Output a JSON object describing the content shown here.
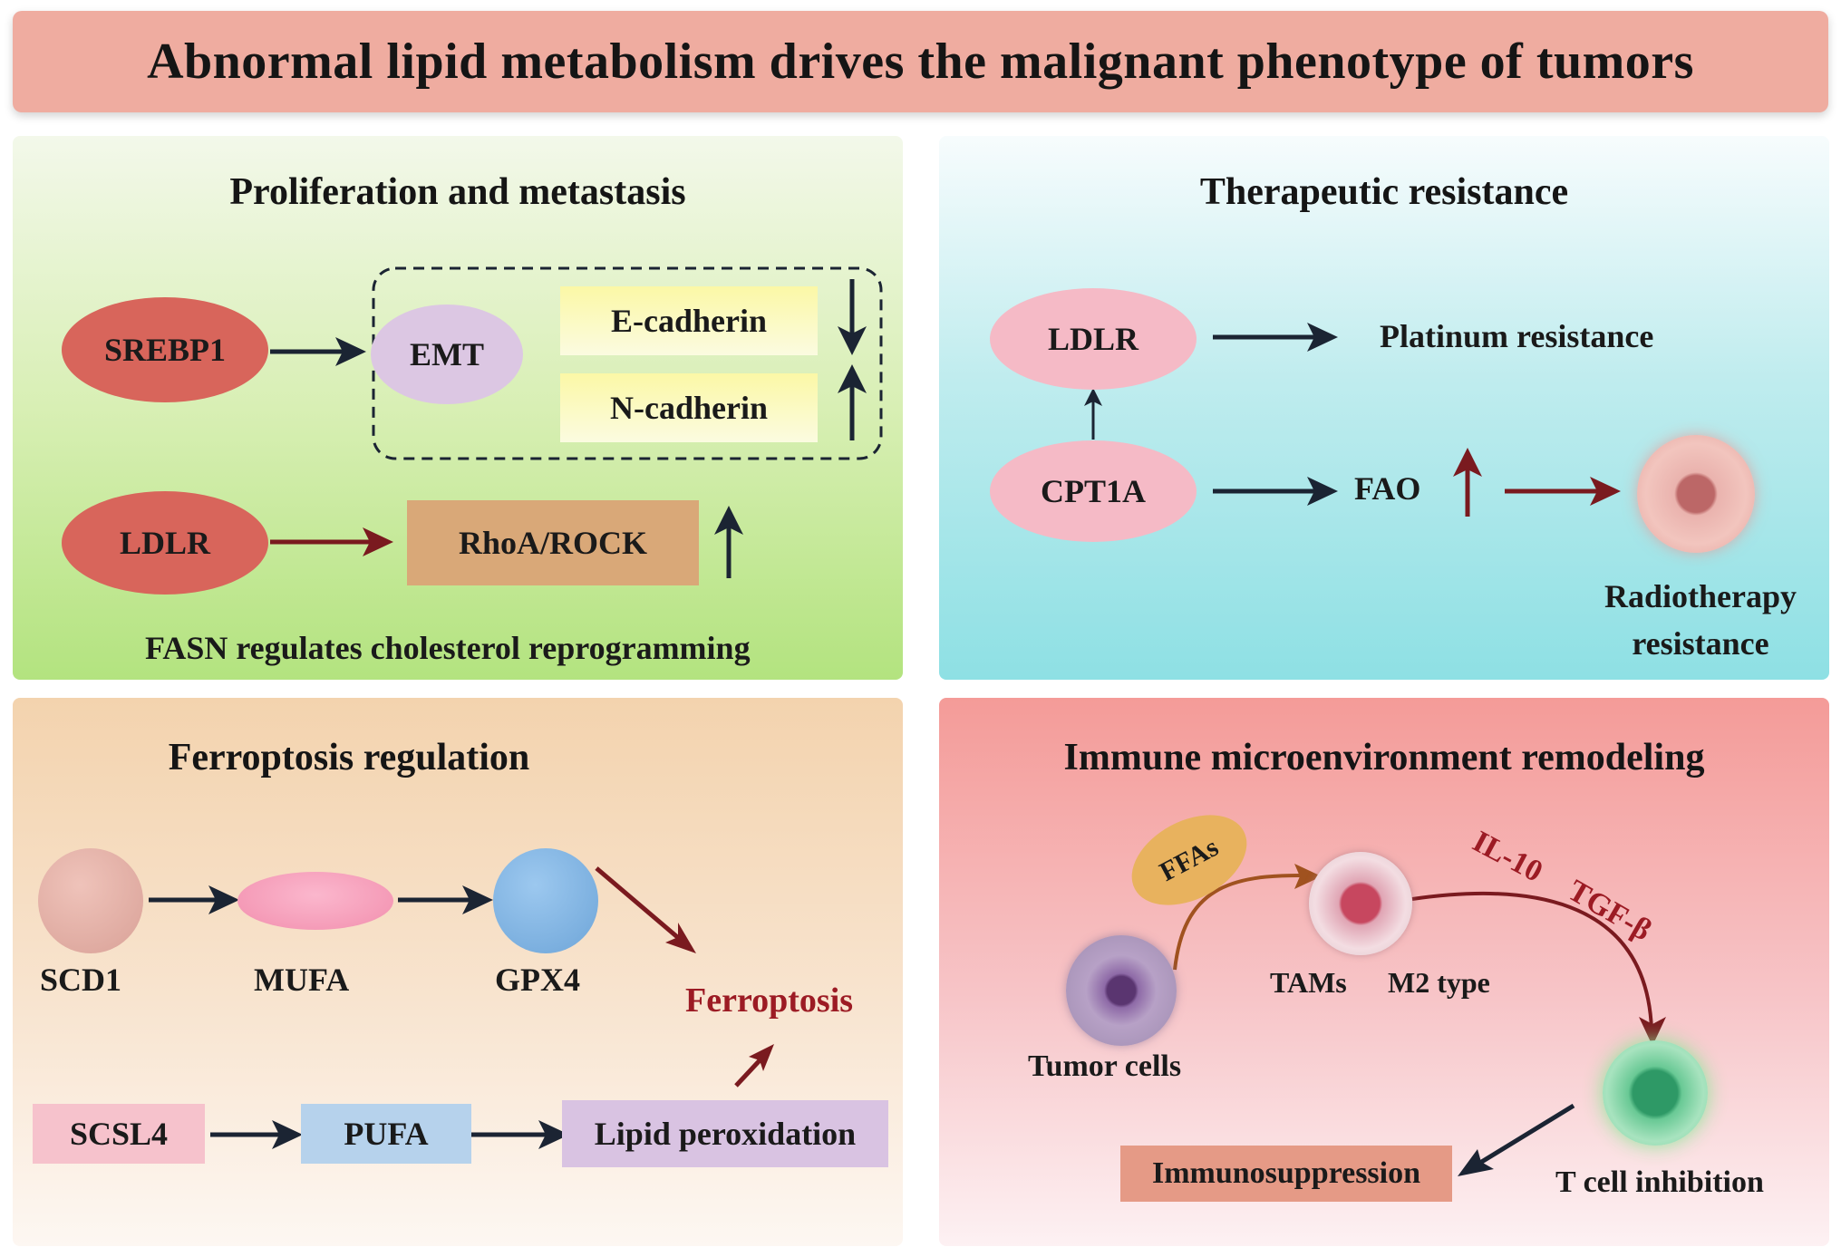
{
  "title": "Abnormal lipid metabolism drives the malignant phenotype of tumors",
  "panels": {
    "proliferation": {
      "title": "Proliferation and metastasis",
      "srebp1": "SREBP1",
      "emt": "EMT",
      "e_cadherin": "E-cadherin",
      "n_cadherin": "N-cadherin",
      "ldlr": "LDLR",
      "rhoa_rock": "RhoA/ROCK",
      "caption": "FASN regulates cholesterol reprogramming"
    },
    "resistance": {
      "title": "Therapeutic resistance",
      "ldlr": "LDLR",
      "cpt1a": "CPT1A",
      "platinum": "Platinum resistance",
      "fao": "FAO",
      "radiotherapy_line1": "Radiotherapy",
      "radiotherapy_line2": "resistance"
    },
    "ferroptosis": {
      "title": "Ferroptosis regulation",
      "scd1": "SCD1",
      "mufa": "MUFA",
      "gpx4": "GPX4",
      "ferroptosis": "Ferroptosis",
      "scsl4": "SCSL4",
      "pufa": "PUFA",
      "lipid_peroxidation": "Lipid peroxidation"
    },
    "immune": {
      "title": "Immune microenvironment remodeling",
      "ffas": "FFAs",
      "il10": "IL-10",
      "tgfb": "TGF-β",
      "tams": "TAMs",
      "m2_type": "M2 type",
      "tumor_cells": "Tumor cells",
      "t_cell_inhibition": "T cell inhibition",
      "immunosuppression": "Immunosuppression"
    }
  },
  "colors": {
    "banner": "#efaca0",
    "dark_arrow": "#1b2433",
    "red_arrow": "#7a1a1f",
    "brown_arrow": "#a0521f",
    "srebp1_ldlr_fill": "#d8655b",
    "emt_fill": "#dcc7e3",
    "pink_node": "#f5bac6",
    "rhoa_fill": "#d9a878",
    "ferroptosis_text": "#9c1b24",
    "cytokine_text": "#9c1b24"
  }
}
